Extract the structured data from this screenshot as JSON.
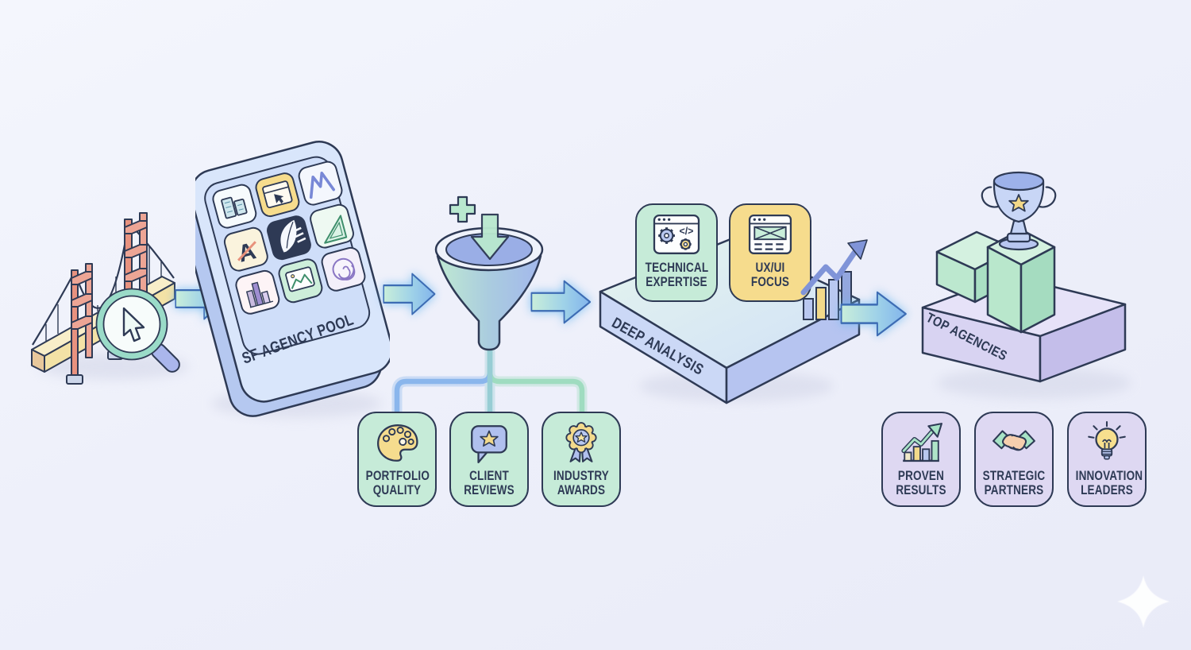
{
  "background": {
    "top_color": "#f4f6fd",
    "bottom_color": "#e9ebf8",
    "sparkle_icon": "four-point-sparkle"
  },
  "palette": {
    "outline_navy": "#2e3a55",
    "mint_card": "#c6ebd8",
    "lavender_card": "#ded8f2",
    "yellow_card": "#f6dc8d",
    "periwinkle": "#b3c3f0",
    "panel_blue": "#d9e6fb",
    "arrow_blue": "#82b4ec",
    "arrow_mint": "#c9eeda"
  },
  "flow": {
    "source": {
      "icon": "golden-gate-bridge-icon",
      "secondary_icon": "magnifier-cursor-icon"
    },
    "pool": {
      "title": "SF AGENCY POOL",
      "tile_icons": [
        "building",
        "browser-cursor",
        "mountain-m-logo",
        "letter-a",
        "leaf-pages-logo",
        "set-square-triangle",
        "bar-chart-building",
        "photo-frame",
        "spiral-badge"
      ]
    },
    "filter": {
      "icon": "funnel",
      "plus_icon": "plus",
      "inflow_icon": "down-arrow",
      "criteria": [
        {
          "label": "PORTFOLIO QUALITY",
          "icon": "paint-palette"
        },
        {
          "label": "CLIENT REVIEWS",
          "icon": "chat-bubble-star"
        },
        {
          "label": "INDUSTRY AWARDS",
          "icon": "award-rosette"
        }
      ]
    },
    "analysis": {
      "title": "DEEP ANALYSIS",
      "cards": [
        {
          "label": "TECHNICAL EXPERTISE",
          "icon": "browser-gears-code"
        },
        {
          "label": "UX/UI FOCUS",
          "icon": "browser-wireframe"
        }
      ],
      "chart_icon": "rising-bars-arrow"
    },
    "result": {
      "title": "TOP AGENCIES",
      "icon": "trophy-star-podium",
      "outcomes": [
        {
          "label": "PROVEN RESULTS",
          "icon": "growth-chart"
        },
        {
          "label": "STRATEGIC PARTNERS",
          "icon": "handshake"
        },
        {
          "label": "INNOVATION LEADERS",
          "icon": "lightbulb"
        }
      ]
    }
  }
}
